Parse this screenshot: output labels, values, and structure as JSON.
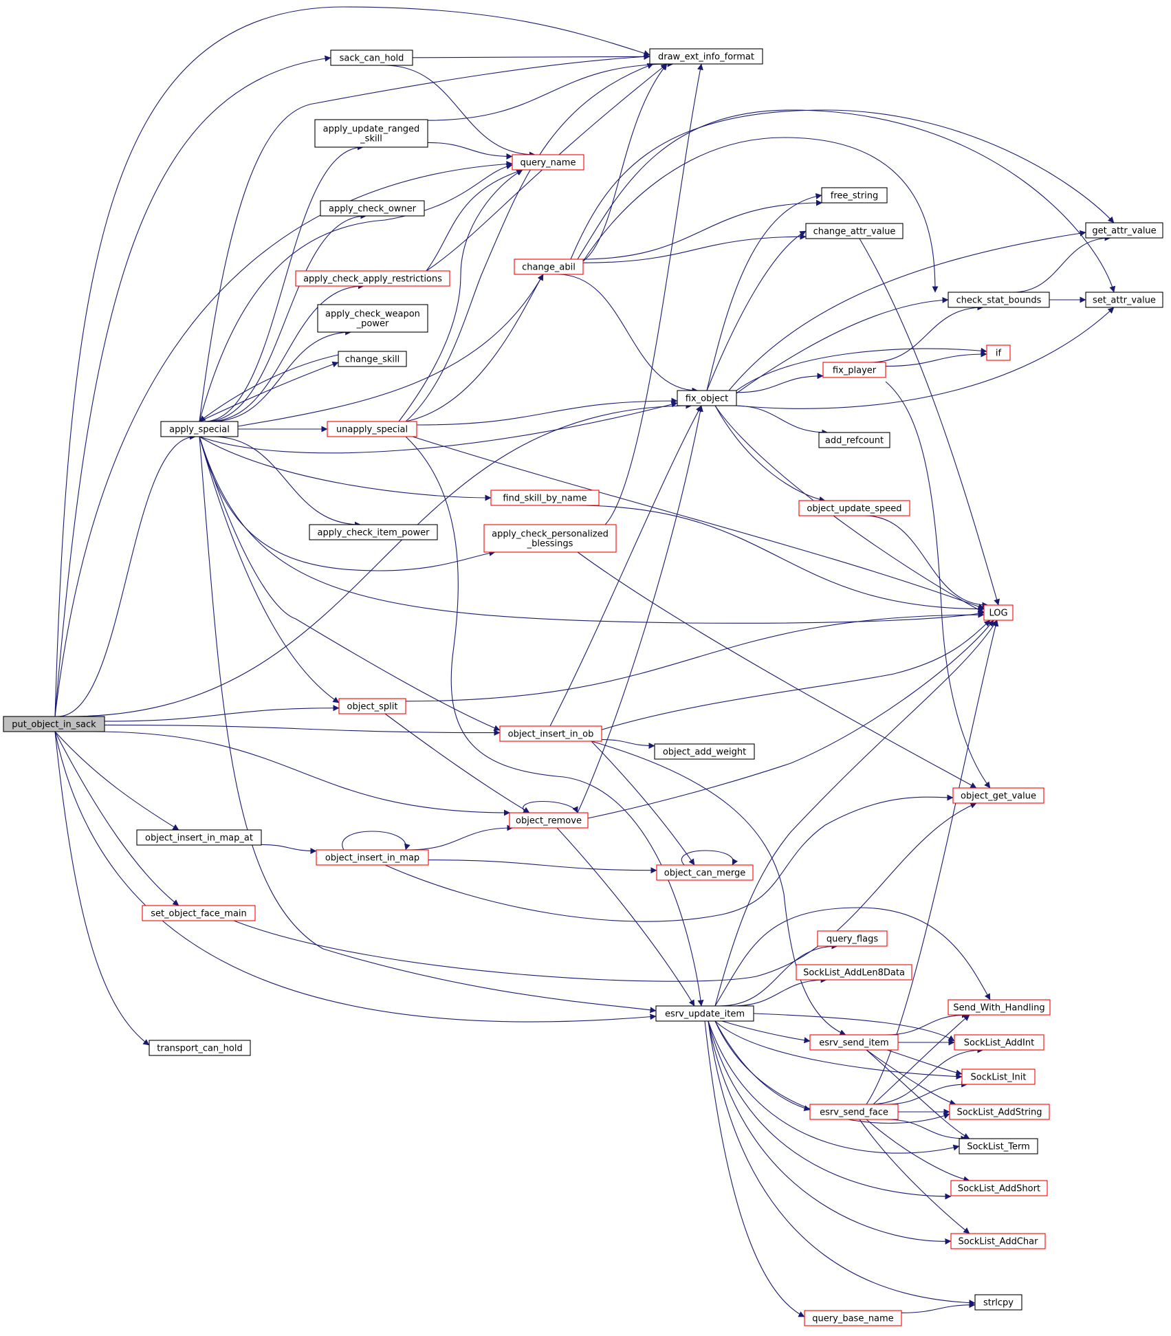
{
  "graph": {
    "colors": {
      "edge": "#191970",
      "node_border_default": "#000000",
      "node_border_link": "#ff0000",
      "root_fill": "#bfbfbf",
      "node_fill": "#ffffff"
    },
    "nodes": [
      {
        "id": "put_object_in_sack",
        "lines": [
          "put_object_in_sack"
        ],
        "style": "root"
      },
      {
        "id": "draw_ext_info_format",
        "lines": [
          "draw_ext_info_format"
        ],
        "style": "black"
      },
      {
        "id": "sack_can_hold",
        "lines": [
          "sack_can_hold"
        ],
        "style": "black"
      },
      {
        "id": "apply_update_ranged_skill",
        "lines": [
          "apply_update_ranged",
          "_skill"
        ],
        "style": "black"
      },
      {
        "id": "query_name",
        "lines": [
          "query_name"
        ],
        "style": "red"
      },
      {
        "id": "apply_check_owner",
        "lines": [
          "apply_check_owner"
        ],
        "style": "black"
      },
      {
        "id": "free_string",
        "lines": [
          "free_string"
        ],
        "style": "black"
      },
      {
        "id": "change_attr_value",
        "lines": [
          "change_attr_value"
        ],
        "style": "black"
      },
      {
        "id": "get_attr_value",
        "lines": [
          "get_attr_value"
        ],
        "style": "black"
      },
      {
        "id": "change_abil",
        "lines": [
          "change_abil"
        ],
        "style": "red"
      },
      {
        "id": "apply_check_apply_restrictions",
        "lines": [
          "apply_check_apply_restrictions"
        ],
        "style": "red"
      },
      {
        "id": "check_stat_bounds",
        "lines": [
          "check_stat_bounds"
        ],
        "style": "black"
      },
      {
        "id": "set_attr_value",
        "lines": [
          "set_attr_value"
        ],
        "style": "black"
      },
      {
        "id": "apply_check_weapon_power",
        "lines": [
          "apply_check_weapon",
          "_power"
        ],
        "style": "black"
      },
      {
        "id": "if",
        "lines": [
          "if"
        ],
        "style": "red"
      },
      {
        "id": "change_skill",
        "lines": [
          "change_skill"
        ],
        "style": "black"
      },
      {
        "id": "fix_player",
        "lines": [
          "fix_player"
        ],
        "style": "red"
      },
      {
        "id": "fix_object",
        "lines": [
          "fix_object"
        ],
        "style": "black"
      },
      {
        "id": "apply_special",
        "lines": [
          "apply_special"
        ],
        "style": "black"
      },
      {
        "id": "unapply_special",
        "lines": [
          "unapply_special"
        ],
        "style": "red"
      },
      {
        "id": "add_refcount",
        "lines": [
          "add_refcount"
        ],
        "style": "black"
      },
      {
        "id": "find_skill_by_name",
        "lines": [
          "find_skill_by_name"
        ],
        "style": "red"
      },
      {
        "id": "object_update_speed",
        "lines": [
          "object_update_speed"
        ],
        "style": "red"
      },
      {
        "id": "apply_check_item_power",
        "lines": [
          "apply_check_item_power"
        ],
        "style": "black"
      },
      {
        "id": "apply_check_personalized_blessings",
        "lines": [
          "apply_check_personalized",
          "_blessings"
        ],
        "style": "red"
      },
      {
        "id": "LOG",
        "lines": [
          "LOG"
        ],
        "style": "red"
      },
      {
        "id": "object_split",
        "lines": [
          "object_split"
        ],
        "style": "red"
      },
      {
        "id": "object_insert_in_ob",
        "lines": [
          "object_insert_in_ob"
        ],
        "style": "red"
      },
      {
        "id": "object_add_weight",
        "lines": [
          "object_add_weight"
        ],
        "style": "black"
      },
      {
        "id": "object_get_value",
        "lines": [
          "object_get_value"
        ],
        "style": "red"
      },
      {
        "id": "object_remove",
        "lines": [
          "object_remove"
        ],
        "style": "red"
      },
      {
        "id": "object_insert_in_map_at",
        "lines": [
          "object_insert_in_map_at"
        ],
        "style": "black"
      },
      {
        "id": "object_insert_in_map",
        "lines": [
          "object_insert_in_map"
        ],
        "style": "red"
      },
      {
        "id": "object_can_merge",
        "lines": [
          "object_can_merge"
        ],
        "style": "red"
      },
      {
        "id": "set_object_face_main",
        "lines": [
          "set_object_face_main"
        ],
        "style": "red"
      },
      {
        "id": "query_flags",
        "lines": [
          "query_flags"
        ],
        "style": "red"
      },
      {
        "id": "SockList_AddLen8Data",
        "lines": [
          "SockList_AddLen8Data"
        ],
        "style": "red"
      },
      {
        "id": "Send_With_Handling",
        "lines": [
          "Send_With_Handling"
        ],
        "style": "red"
      },
      {
        "id": "esrv_update_item",
        "lines": [
          "esrv_update_item"
        ],
        "style": "black"
      },
      {
        "id": "esrv_send_item",
        "lines": [
          "esrv_send_item"
        ],
        "style": "red"
      },
      {
        "id": "SockList_AddInt",
        "lines": [
          "SockList_AddInt"
        ],
        "style": "red"
      },
      {
        "id": "transport_can_hold",
        "lines": [
          "transport_can_hold"
        ],
        "style": "black"
      },
      {
        "id": "SockList_Init",
        "lines": [
          "SockList_Init"
        ],
        "style": "red"
      },
      {
        "id": "esrv_send_face",
        "lines": [
          "esrv_send_face"
        ],
        "style": "red"
      },
      {
        "id": "SockList_AddString",
        "lines": [
          "SockList_AddString"
        ],
        "style": "red"
      },
      {
        "id": "SockList_Term",
        "lines": [
          "SockList_Term"
        ],
        "style": "black"
      },
      {
        "id": "SockList_AddShort",
        "lines": [
          "SockList_AddShort"
        ],
        "style": "red"
      },
      {
        "id": "SockList_AddChar",
        "lines": [
          "SockList_AddChar"
        ],
        "style": "red"
      },
      {
        "id": "strlcpy",
        "lines": [
          "strlcpy"
        ],
        "style": "black"
      },
      {
        "id": "query_base_name",
        "lines": [
          "query_base_name"
        ],
        "style": "red"
      }
    ],
    "edges": [
      [
        "put_object_in_sack",
        "draw_ext_info_format"
      ],
      [
        "put_object_in_sack",
        "sack_can_hold"
      ],
      [
        "put_object_in_sack",
        "query_name"
      ],
      [
        "put_object_in_sack",
        "apply_special"
      ],
      [
        "put_object_in_sack",
        "fix_object"
      ],
      [
        "put_object_in_sack",
        "object_split"
      ],
      [
        "put_object_in_sack",
        "object_insert_in_ob"
      ],
      [
        "put_object_in_sack",
        "object_remove"
      ],
      [
        "put_object_in_sack",
        "object_insert_in_map_at"
      ],
      [
        "put_object_in_sack",
        "set_object_face_main"
      ],
      [
        "put_object_in_sack",
        "esrv_update_item"
      ],
      [
        "put_object_in_sack",
        "transport_can_hold"
      ],
      [
        "sack_can_hold",
        "draw_ext_info_format"
      ],
      [
        "sack_can_hold",
        "query_name"
      ],
      [
        "apply_update_ranged_skill",
        "draw_ext_info_format"
      ],
      [
        "apply_update_ranged_skill",
        "query_name"
      ],
      [
        "apply_special",
        "draw_ext_info_format"
      ],
      [
        "apply_special",
        "apply_update_ranged_skill"
      ],
      [
        "apply_special",
        "query_name"
      ],
      [
        "apply_special",
        "apply_check_owner"
      ],
      [
        "apply_special",
        "apply_check_apply_restrictions"
      ],
      [
        "apply_special",
        "apply_check_weapon_power"
      ],
      [
        "apply_special",
        "change_skill"
      ],
      [
        "apply_special",
        "change_abil"
      ],
      [
        "apply_special",
        "unapply_special"
      ],
      [
        "apply_special",
        "fix_object"
      ],
      [
        "apply_special",
        "find_skill_by_name"
      ],
      [
        "apply_special",
        "apply_check_item_power"
      ],
      [
        "apply_special",
        "apply_check_personalized_blessings"
      ],
      [
        "apply_special",
        "LOG"
      ],
      [
        "apply_special",
        "object_split"
      ],
      [
        "apply_special",
        "object_insert_in_ob"
      ],
      [
        "apply_special",
        "esrv_update_item"
      ],
      [
        "change_skill",
        "apply_special"
      ],
      [
        "apply_check_apply_restrictions",
        "draw_ext_info_format"
      ],
      [
        "apply_check_apply_restrictions",
        "query_name"
      ],
      [
        "unapply_special",
        "draw_ext_info_format"
      ],
      [
        "unapply_special",
        "query_name"
      ],
      [
        "unapply_special",
        "change_abil"
      ],
      [
        "unapply_special",
        "fix_object"
      ],
      [
        "unapply_special",
        "LOG"
      ],
      [
        "unapply_special",
        "esrv_update_item"
      ],
      [
        "change_abil",
        "draw_ext_info_format"
      ],
      [
        "change_abil",
        "free_string"
      ],
      [
        "change_abil",
        "change_attr_value"
      ],
      [
        "change_abil",
        "get_attr_value"
      ],
      [
        "change_abil",
        "check_stat_bounds"
      ],
      [
        "change_abil",
        "set_attr_value"
      ],
      [
        "change_abil",
        "fix_object"
      ],
      [
        "apply_check_personalized_blessings",
        "draw_ext_info_format"
      ],
      [
        "apply_check_personalized_blessings",
        "object_get_value"
      ],
      [
        "find_skill_by_name",
        "LOG"
      ],
      [
        "fix_object",
        "free_string"
      ],
      [
        "fix_object",
        "change_attr_value"
      ],
      [
        "fix_object",
        "get_attr_value"
      ],
      [
        "fix_object",
        "check_stat_bounds"
      ],
      [
        "fix_object",
        "if"
      ],
      [
        "fix_object",
        "fix_player"
      ],
      [
        "fix_object",
        "set_attr_value"
      ],
      [
        "fix_object",
        "add_refcount"
      ],
      [
        "fix_object",
        "object_update_speed"
      ],
      [
        "fix_object",
        "LOG"
      ],
      [
        "change_attr_value",
        "LOG"
      ],
      [
        "check_stat_bounds",
        "get_attr_value"
      ],
      [
        "check_stat_bounds",
        "set_attr_value"
      ],
      [
        "fix_player",
        "check_stat_bounds"
      ],
      [
        "fix_player",
        "if"
      ],
      [
        "fix_player",
        "object_get_value"
      ],
      [
        "object_update_speed",
        "LOG"
      ],
      [
        "object_split",
        "LOG"
      ],
      [
        "object_split",
        "object_remove"
      ],
      [
        "object_insert_in_ob",
        "fix_object"
      ],
      [
        "object_insert_in_ob",
        "LOG"
      ],
      [
        "object_insert_in_ob",
        "object_add_weight"
      ],
      [
        "object_insert_in_ob",
        "object_can_merge"
      ],
      [
        "object_insert_in_ob",
        "esrv_send_item"
      ],
      [
        "object_remove",
        "object_remove"
      ],
      [
        "object_remove",
        "fix_object"
      ],
      [
        "object_remove",
        "LOG"
      ],
      [
        "object_remove",
        "esrv_update_item"
      ],
      [
        "object_insert_in_map_at",
        "object_insert_in_map"
      ],
      [
        "object_insert_in_map",
        "object_insert_in_map"
      ],
      [
        "object_insert_in_map",
        "object_remove"
      ],
      [
        "object_insert_in_map",
        "object_can_merge"
      ],
      [
        "object_insert_in_map",
        "object_get_value"
      ],
      [
        "object_can_merge",
        "object_can_merge"
      ],
      [
        "set_object_face_main",
        "object_get_value"
      ],
      [
        "esrv_update_item",
        "LOG"
      ],
      [
        "esrv_update_item",
        "query_flags"
      ],
      [
        "esrv_update_item",
        "SockList_AddLen8Data"
      ],
      [
        "esrv_update_item",
        "Send_With_Handling"
      ],
      [
        "esrv_update_item",
        "esrv_send_item"
      ],
      [
        "esrv_update_item",
        "SockList_AddInt"
      ],
      [
        "esrv_update_item",
        "SockList_Init"
      ],
      [
        "esrv_update_item",
        "esrv_send_face"
      ],
      [
        "esrv_update_item",
        "SockList_AddString"
      ],
      [
        "esrv_update_item",
        "SockList_Term"
      ],
      [
        "esrv_update_item",
        "SockList_AddShort"
      ],
      [
        "esrv_update_item",
        "SockList_AddChar"
      ],
      [
        "esrv_update_item",
        "strlcpy"
      ],
      [
        "esrv_update_item",
        "query_base_name"
      ],
      [
        "esrv_send_item",
        "Send_With_Handling"
      ],
      [
        "esrv_send_item",
        "SockList_AddInt"
      ],
      [
        "esrv_send_item",
        "SockList_Init"
      ],
      [
        "esrv_send_item",
        "SockList_AddString"
      ],
      [
        "esrv_send_item",
        "SockList_Term"
      ],
      [
        "esrv_send_face",
        "LOG"
      ],
      [
        "esrv_send_face",
        "Send_With_Handling"
      ],
      [
        "esrv_send_face",
        "SockList_AddInt"
      ],
      [
        "esrv_send_face",
        "SockList_Init"
      ],
      [
        "esrv_send_face",
        "SockList_AddString"
      ],
      [
        "esrv_send_face",
        "SockList_Term"
      ],
      [
        "esrv_send_face",
        "SockList_AddShort"
      ],
      [
        "esrv_send_face",
        "SockList_AddChar"
      ],
      [
        "query_base_name",
        "strlcpy"
      ]
    ]
  }
}
